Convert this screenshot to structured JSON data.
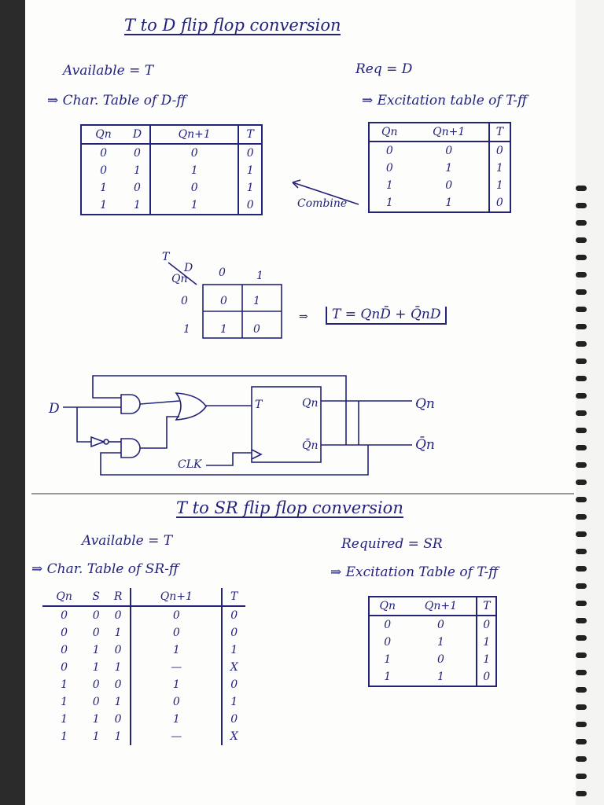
{
  "section1": {
    "title": "T to D flip flop conversion",
    "available": "Available = T",
    "required": "Req = D",
    "char_table_heading": "⇒ Char. Table of D-ff",
    "excitation_heading": "⇒ Excitation table of T-ff",
    "combine_label": "Combine",
    "char_table": {
      "headers": [
        "Qn",
        "D",
        "Qn+1",
        "T"
      ],
      "rows": [
        [
          "0",
          "0",
          "0",
          "0"
        ],
        [
          "0",
          "1",
          "1",
          "1"
        ],
        [
          "1",
          "0",
          "0",
          "1"
        ],
        [
          "1",
          "1",
          "1",
          "0"
        ]
      ]
    },
    "excitation_table": {
      "headers": [
        "Qn",
        "Qn+1",
        "T"
      ],
      "rows": [
        [
          "0",
          "0",
          "0"
        ],
        [
          "0",
          "1",
          "1"
        ],
        [
          "1",
          "0",
          "1"
        ],
        [
          "1",
          "1",
          "0"
        ]
      ]
    },
    "kmap": {
      "output_label": "T",
      "col_var": "D",
      "row_var": "Qn",
      "col_headers": [
        "0",
        "1"
      ],
      "row_headers": [
        "0",
        "1"
      ],
      "cells": [
        [
          "0",
          "1"
        ],
        [
          "1",
          "0"
        ]
      ]
    },
    "equation": "T = QnD̄ + Q̄nD",
    "circuit": {
      "input_label": "D",
      "clock_label": "CLK",
      "ff_input": "T",
      "ff_q": "Qn",
      "ff_qbar": "Q̄n",
      "out_q": "Qn",
      "out_qbar": "Q̄n"
    }
  },
  "section2": {
    "title": "T to SR flip flop conversion",
    "available": "Available = T",
    "required": "Required = SR",
    "char_table_heading": "⇒ Char. Table of SR-ff",
    "excitation_heading": "⇒ Excitation Table of T-ff",
    "char_table": {
      "headers": [
        "Qn",
        "S",
        "R",
        "Qn+1",
        "T"
      ],
      "rows": [
        [
          "0",
          "0",
          "0",
          "0",
          "0"
        ],
        [
          "0",
          "0",
          "1",
          "0",
          "0"
        ],
        [
          "0",
          "1",
          "0",
          "1",
          "1"
        ],
        [
          "0",
          "1",
          "1",
          "—",
          "X"
        ],
        [
          "1",
          "0",
          "0",
          "1",
          "0"
        ],
        [
          "1",
          "0",
          "1",
          "0",
          "1"
        ],
        [
          "1",
          "1",
          "0",
          "1",
          "0"
        ],
        [
          "1",
          "1",
          "1",
          "—",
          "X"
        ]
      ]
    },
    "excitation_table": {
      "headers": [
        "Qn",
        "Qn+1",
        "T"
      ],
      "rows": [
        [
          "0",
          "0",
          "0"
        ],
        [
          "0",
          "1",
          "1"
        ],
        [
          "1",
          "0",
          "1"
        ],
        [
          "1",
          "1",
          "0"
        ]
      ]
    }
  }
}
